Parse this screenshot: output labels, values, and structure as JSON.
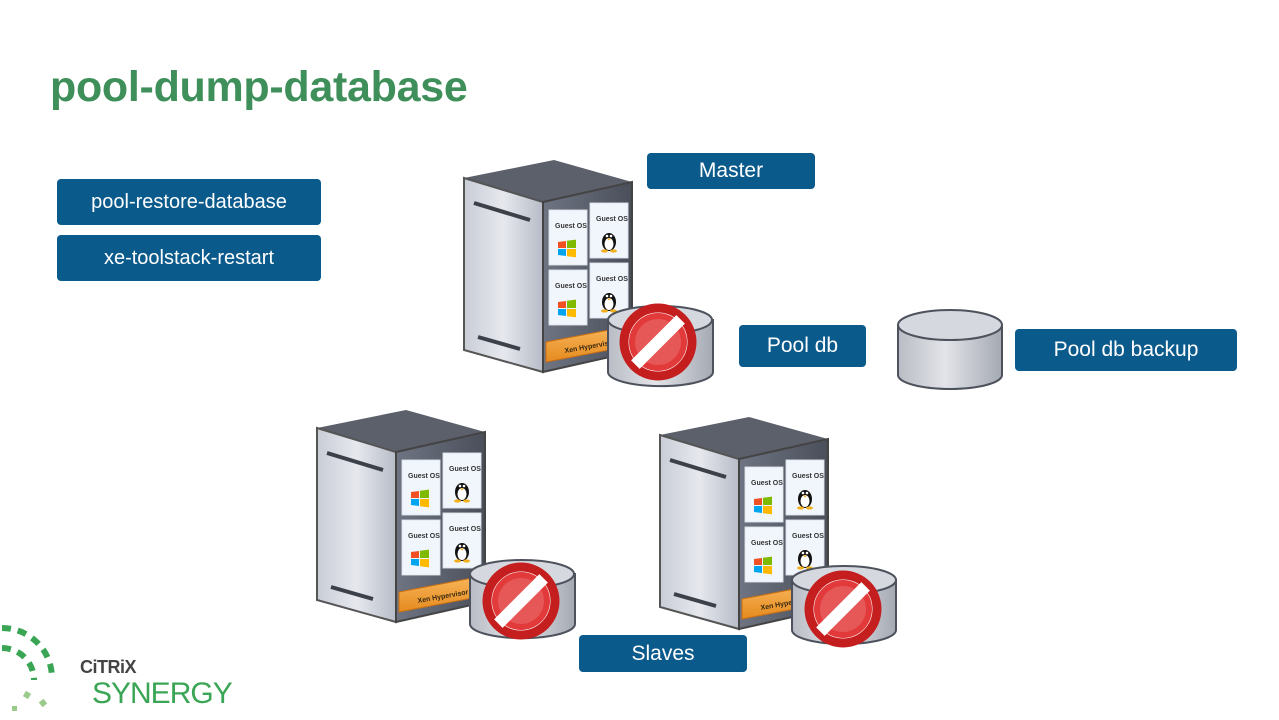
{
  "slide": {
    "title": "pool-dump-database",
    "commands": [
      "pool-restore-database",
      "xe-toolstack-restart"
    ],
    "labels": {
      "master": "Master",
      "pool_db": "Pool db",
      "pool_db_backup": "Pool db backup",
      "slaves": "Slaves"
    },
    "server_text": {
      "guest_os": "Guest OS",
      "hypervisor": "Xen Hypervisor"
    },
    "logo": {
      "brand": "CiTRiX",
      "product": "SYNERGY"
    }
  },
  "colors": {
    "title_green": "#3f8f5a",
    "label_blue": "#0b5a8c",
    "no_symbol_red": "#d42a2a",
    "hypervisor_orange": "#f29a2e",
    "logo_green": "#3aa655"
  }
}
